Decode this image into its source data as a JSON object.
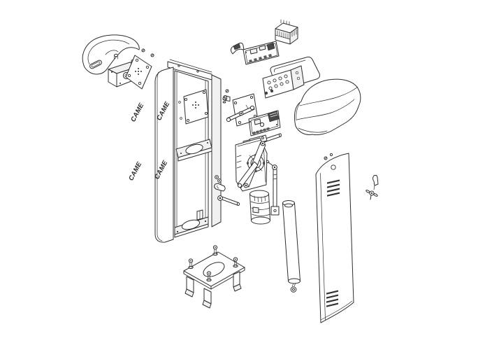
{
  "page": {
    "background_color": "#ffffff",
    "line_color": "#2e2e2e",
    "shade_color": "#f1f1f1",
    "dark_fill_color": "#474747",
    "vent_fill_color": "#333333"
  },
  "brand": {
    "logo_text": "CAME"
  },
  "diagram": {
    "kind": "exploded-parts-view",
    "parts": [
      "head-end-cover-shell",
      "lamp-bracket",
      "head-mounting-plate",
      "came-logo-decals",
      "cabinet-column",
      "fuse-holder",
      "small-control-pcb",
      "transformer",
      "control-box-lid",
      "control-box",
      "release-lock-plate",
      "main-pcb",
      "rounded-head-cover",
      "gearmotor-assembly",
      "tie-rod",
      "balancing-spring",
      "rear-door-panel",
      "door-lock-latch",
      "foundation-base-plate",
      "fixing-hardware"
    ]
  }
}
